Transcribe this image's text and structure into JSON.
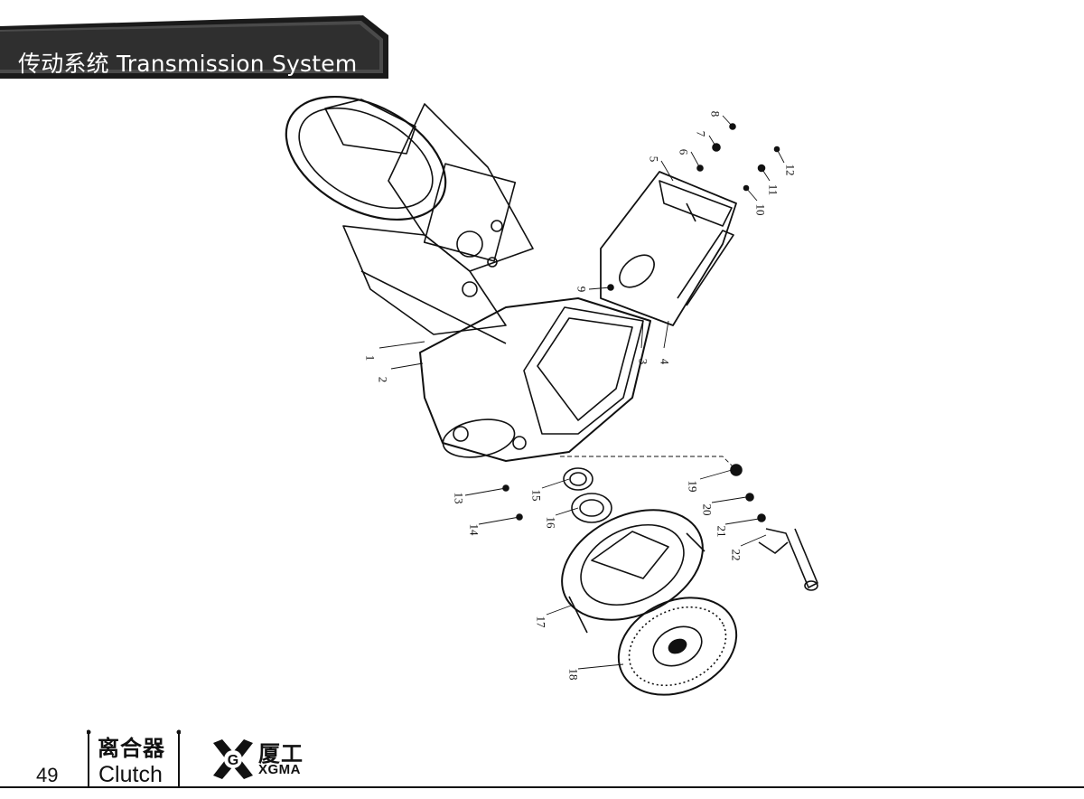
{
  "header": {
    "title": "传动系统  Transmission System"
  },
  "diagram": {
    "callouts": [
      "1",
      "2",
      "3",
      "4",
      "5",
      "6",
      "7",
      "8",
      "9",
      "10",
      "11",
      "12",
      "13",
      "14",
      "15",
      "16",
      "17",
      "18",
      "19",
      "20",
      "21",
      "22"
    ]
  },
  "footer": {
    "page_number": "49",
    "section_zh": "离合器",
    "section_en": "Clutch",
    "brand_zh": "厦工",
    "brand_en": "XGMA",
    "logo_icon": "xgma-logo-icon"
  },
  "colors": {
    "banner_bg": "#3a3a3a",
    "banner_text": "#ffffff",
    "line": "#111111"
  }
}
